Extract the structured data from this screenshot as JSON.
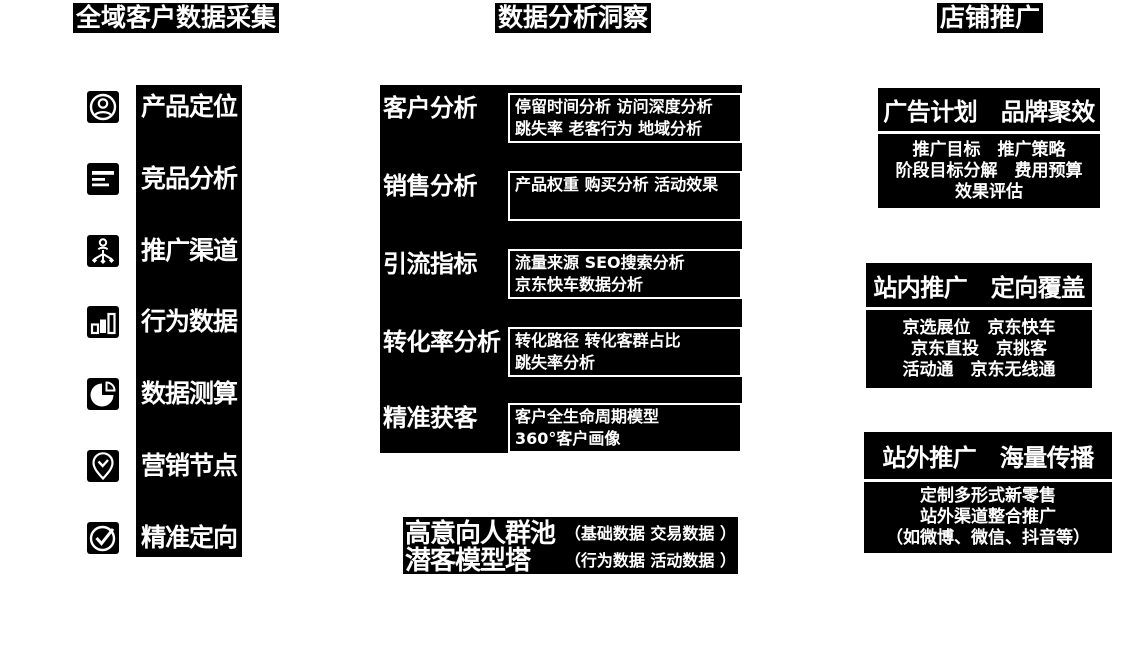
{
  "colors": {
    "background": "#ffffff",
    "block": "#000000",
    "text_on_block": "#ffffff"
  },
  "collection": {
    "title": "全域客户数据采集",
    "items": [
      {
        "icon": "user-circle-icon",
        "label": "产品定位"
      },
      {
        "icon": "document-lines-icon",
        "label": "竞品分析"
      },
      {
        "icon": "network-share-icon",
        "label": "推广渠道"
      },
      {
        "icon": "bar-chart-icon",
        "label": "行为数据"
      },
      {
        "icon": "pie-chart-icon",
        "label": "数据测算"
      },
      {
        "icon": "pin-check-icon",
        "label": "营销节点"
      },
      {
        "icon": "check-circle-icon",
        "label": "精准定向"
      }
    ]
  },
  "analysis": {
    "title": "数据分析洞察",
    "groups": [
      {
        "label": "客户分析",
        "details": [
          "停留时间分析 访问深度分析",
          "跳失率 老客行为 地域分析"
        ]
      },
      {
        "label": "销售分析",
        "details": [
          "产品权重 购买分析 活动效果"
        ]
      },
      {
        "label": "引流指标",
        "details": [
          "流量来源 SEO搜索分析",
          "京东快车数据分析"
        ]
      },
      {
        "label": "转化率分析",
        "details": [
          "转化路径 转化客群占比",
          "跳失率分析"
        ]
      },
      {
        "label": "精准获客",
        "details": [
          "客户全生命周期模型",
          "360°客户画像"
        ]
      }
    ],
    "pools": [
      {
        "name": "高意向人群池",
        "note": "（基础数据 交易数据 ）"
      },
      {
        "name": "潜客模型塔",
        "note": "（行为数据 活动数据 ）"
      }
    ]
  },
  "promotion": {
    "title": "店铺推广",
    "cards": [
      {
        "header": "广告计划　品牌聚效",
        "lines": [
          "推广目标　推广策略",
          "阶段目标分解　费用预算",
          "效果评估"
        ]
      },
      {
        "header": "站内推广　定向覆盖",
        "lines": [
          "京选展位　京东快车",
          "京东直投　京挑客",
          "活动通　京东无线通"
        ]
      },
      {
        "header": "站外推广　海量传播",
        "lines": [
          "定制多形式新零售",
          "站外渠道整合推广",
          "（如微博、微信、抖音等）"
        ]
      }
    ]
  }
}
